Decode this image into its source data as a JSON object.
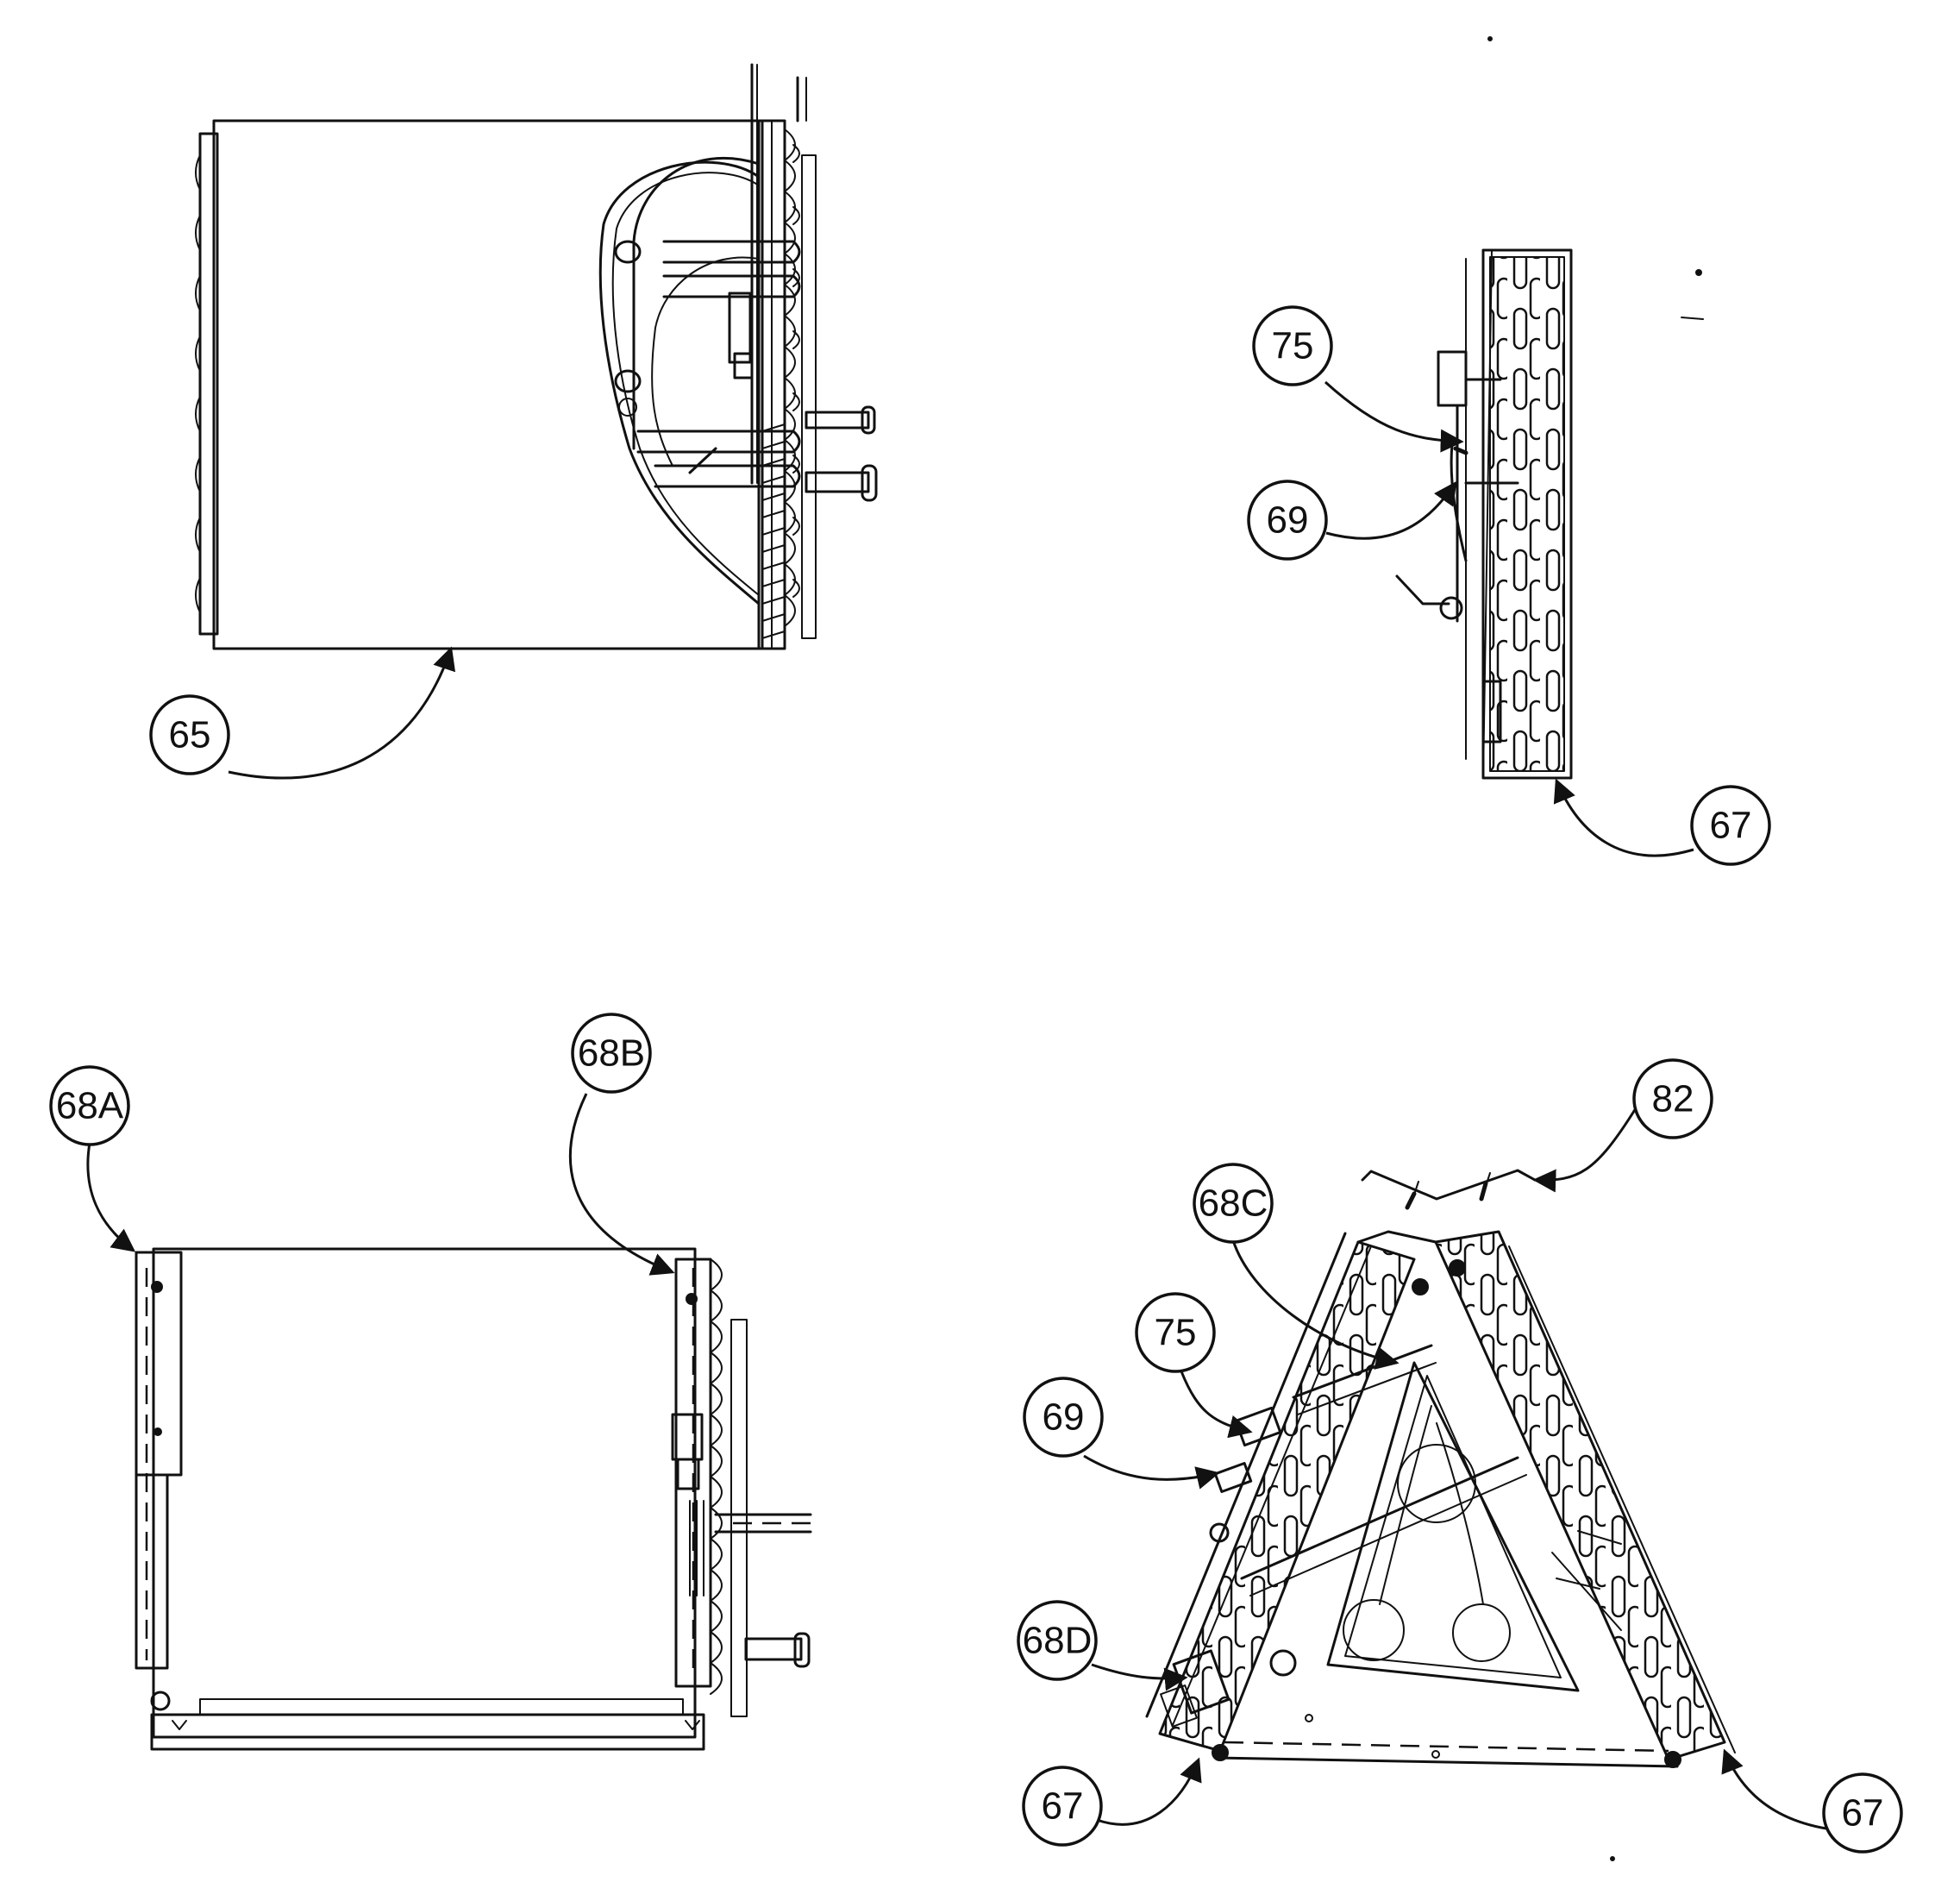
{
  "callouts": {
    "c65": "65",
    "c75_top": "75",
    "c69_top": "69",
    "c67_top": "67",
    "c68A": "68A",
    "c68B": "68B",
    "c82": "82",
    "c68C": "68C",
    "c75_bottom": "75",
    "c69_bottom": "69",
    "c68D": "68D",
    "c67_bottom_left": "67",
    "c67_bottom_right": "67"
  }
}
